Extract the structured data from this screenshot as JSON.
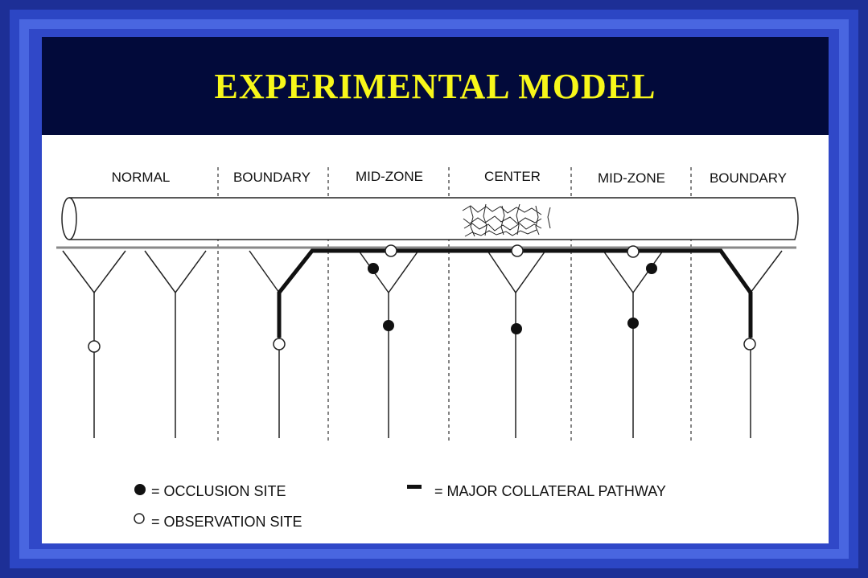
{
  "title": "EXPERIMENTAL MODEL",
  "zones": [
    "NORMAL",
    "BOUNDARY",
    "MID-ZONE",
    "CENTER",
    "MID-ZONE",
    "BOUNDARY"
  ],
  "legend": {
    "occlusion_label": "= OCCLUSION SITE",
    "observation_label": "= OBSERVATION SITE",
    "pathway_label": "= MAJOR COLLATERAL PATHWAY"
  },
  "colors": {
    "title_bar": "#020a3a",
    "title_text": "#f7f71a",
    "frame": "#2c46c4"
  }
}
